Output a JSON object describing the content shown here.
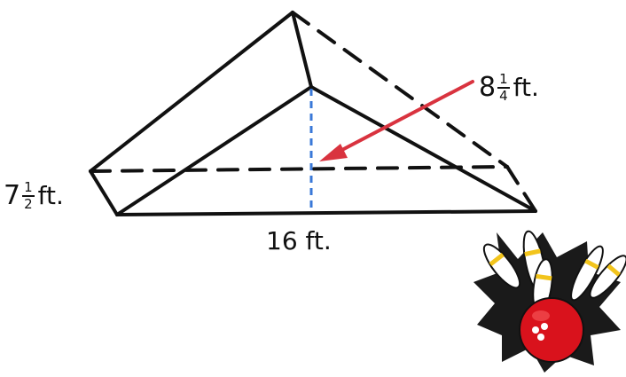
{
  "labels": {
    "slant_height": {
      "whole": "8",
      "numerator": "1",
      "denominator": "4",
      "unit": "ft."
    },
    "side_length": {
      "whole": "7",
      "numerator": "1",
      "denominator": "2",
      "unit": "ft."
    },
    "base_length": {
      "text": "16 ft."
    }
  },
  "colors": {
    "outline": "#111111",
    "hidden_edge": "#111111",
    "height_line": "#3a78d8",
    "arrow": "#d9333f",
    "ball": "#d9121c",
    "burst": "#1a1a1a",
    "pin": "#ffffff",
    "pin_stripe": "#f2c41c"
  },
  "icons": {
    "illustration": "bowling-pins-and-ball-icon"
  }
}
